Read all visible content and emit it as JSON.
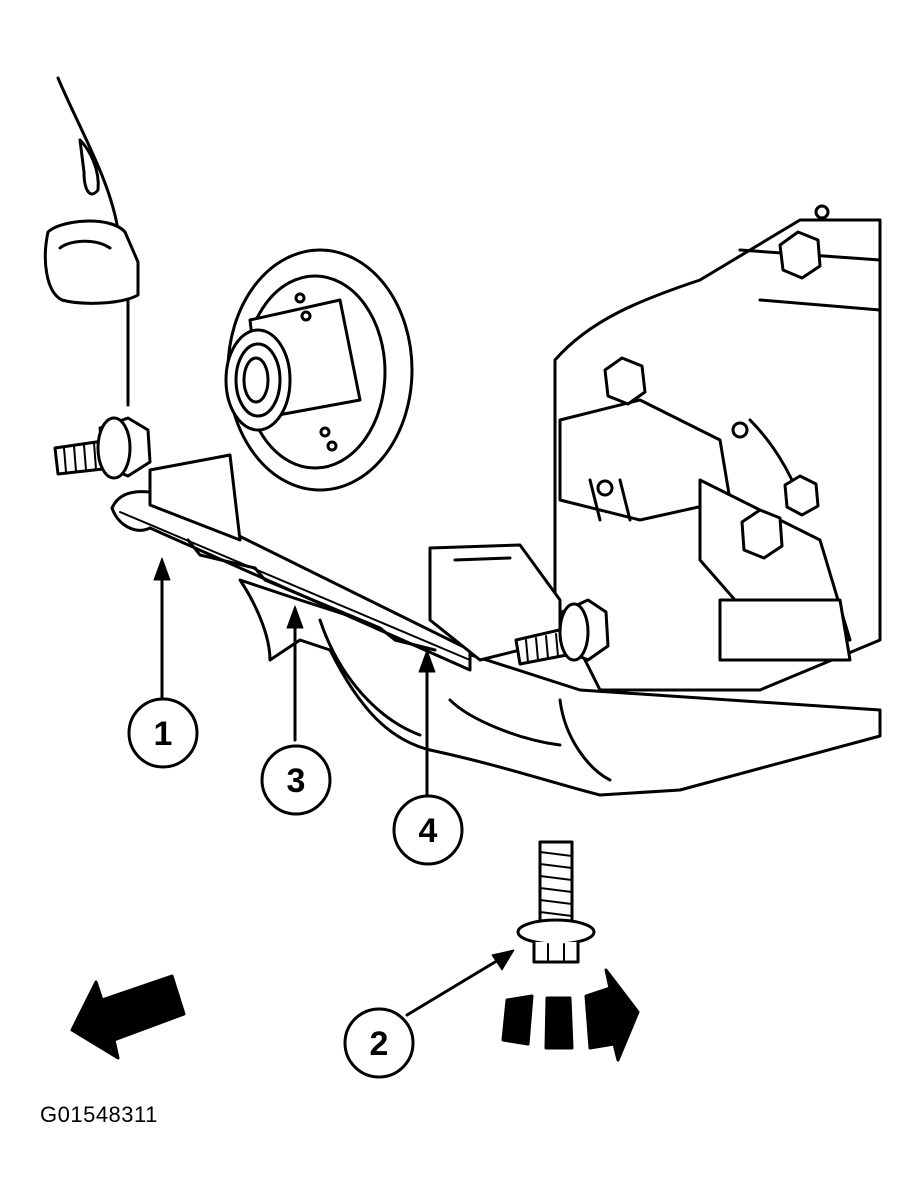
{
  "figure": {
    "id": "G01548311"
  },
  "callouts": [
    {
      "number": "1",
      "target": "oil-pan-gasket-front-section"
    },
    {
      "number": "2",
      "target": "oil-pan-bolt"
    },
    {
      "number": "3",
      "target": "oil-pan-gasket-center-section"
    },
    {
      "number": "4",
      "target": "oil-pan-gasket-rear-section"
    }
  ],
  "icons": {
    "direction_arrow": "front-direction-arrow-icon",
    "rotation_arrow": "tighten-rotation-arrow-icon",
    "bolt": "bolt-icon",
    "stud": "stud-icon",
    "pulley": "crankshaft-pulley-icon"
  },
  "colors": {
    "line": "#000000",
    "fill": "#ffffff"
  }
}
